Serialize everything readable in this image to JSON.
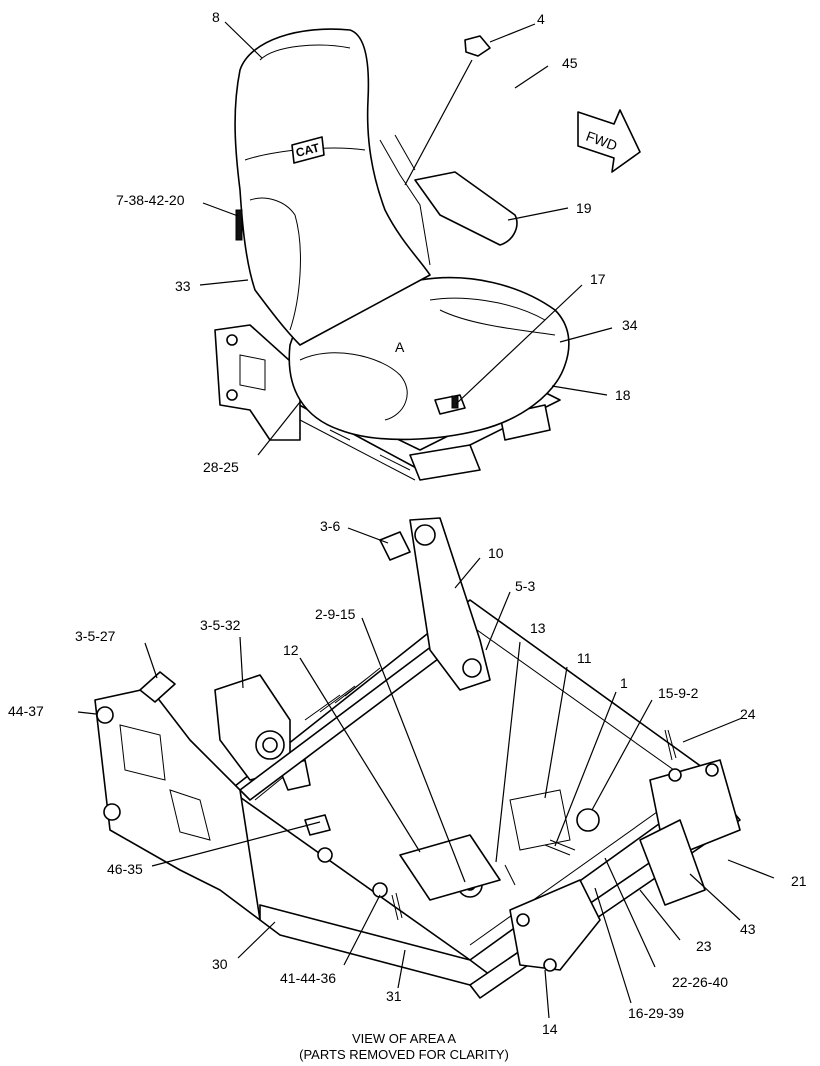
{
  "callouts": {
    "c8": "8",
    "c4": "4",
    "c45": "45",
    "c7_38_42_20": "7-38-42-20",
    "c19": "19",
    "c33": "33",
    "c17": "17",
    "c34": "34",
    "c18": "18",
    "cA": "A",
    "c28_25": "28-25",
    "c3_6": "3-6",
    "c10": "10",
    "c5_3": "5-3",
    "c2_9_15": "2-9-15",
    "c3_5_32": "3-5-32",
    "c13": "13",
    "c3_5_27": "3-5-27",
    "c12": "12",
    "c11": "11",
    "c1": "1",
    "c15_9_2": "15-9-2",
    "c24": "24",
    "c44_37": "44-37",
    "c46_35": "46-35",
    "c21": "21",
    "c43": "43",
    "c23": "23",
    "c30": "30",
    "c41_44_36": "41-44-36",
    "c22_26_40": "22-26-40",
    "c31": "31",
    "c16_29_39": "16-29-39",
    "c14": "14"
  },
  "fwd_label": "FWD",
  "logo_text": "CAT",
  "caption": {
    "line1": "VIEW OF AREA A",
    "line2": "(PARTS REMOVED FOR CLARITY)"
  }
}
